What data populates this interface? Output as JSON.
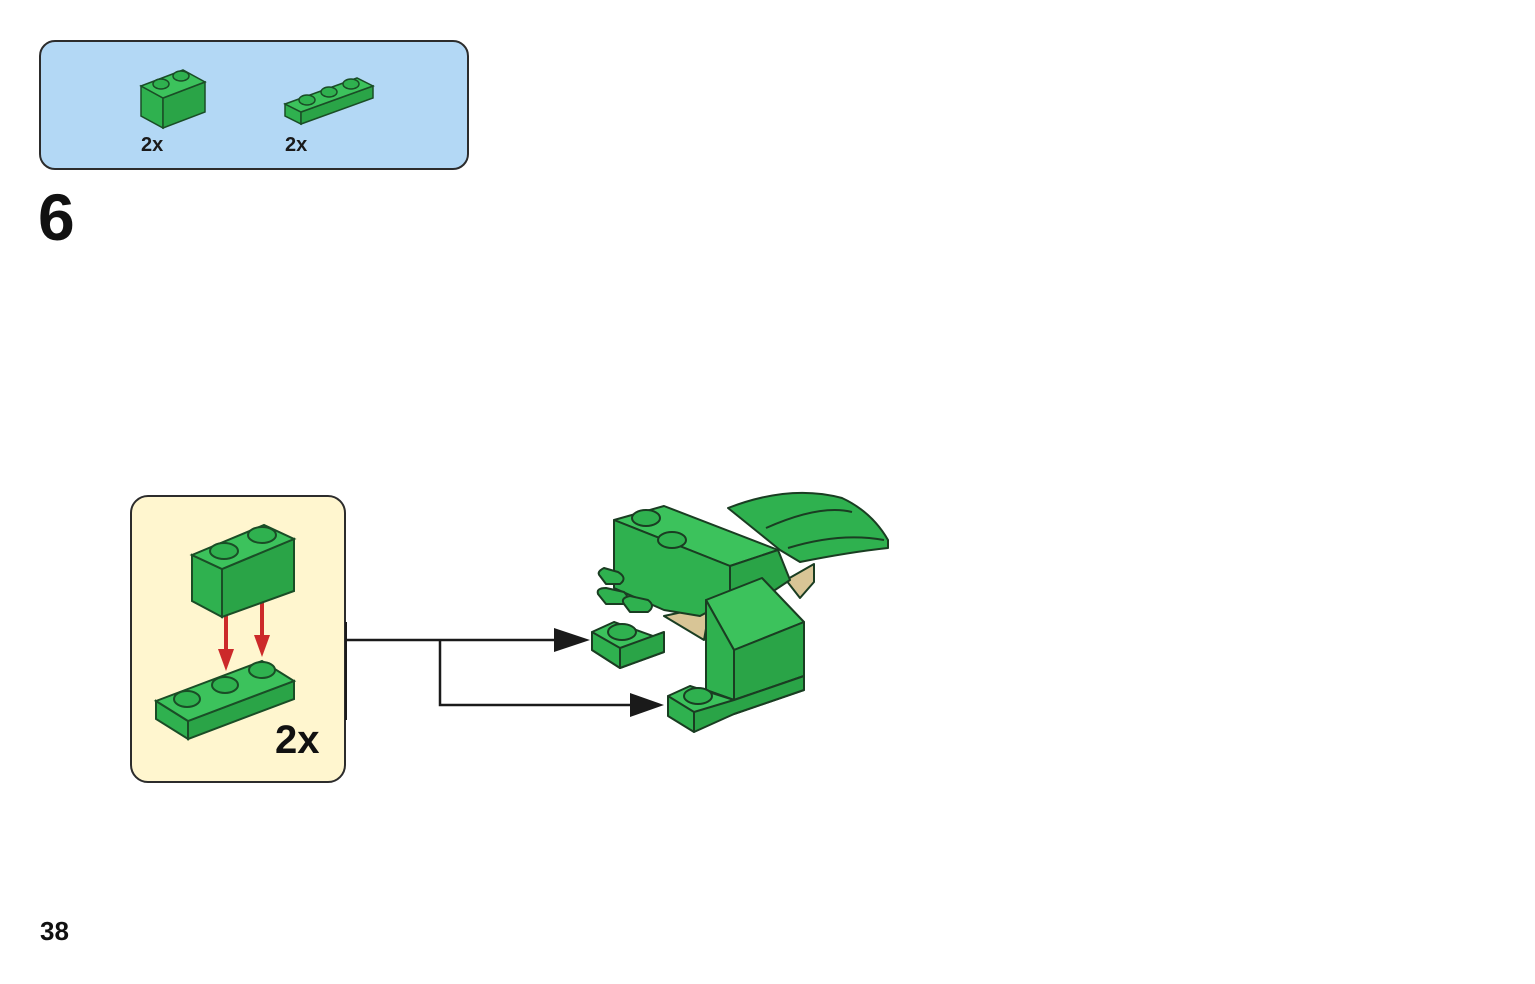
{
  "parts_list": {
    "items": [
      {
        "icon": "green-brick-1x2-icon",
        "qty": "2x"
      },
      {
        "icon": "green-plate-1x3-icon",
        "qty": "2x"
      }
    ]
  },
  "step": {
    "number": "6"
  },
  "subassembly": {
    "qty": "2x"
  },
  "page": {
    "number": "38"
  },
  "colors": {
    "brick_green": "#2fb14f",
    "brick_green_dark": "#1f8a3a",
    "parts_bg": "#b3d8f5",
    "subassembly_bg": "#fff6cf",
    "arrow_red": "#cc2a2a",
    "tan": "#d8c596"
  }
}
